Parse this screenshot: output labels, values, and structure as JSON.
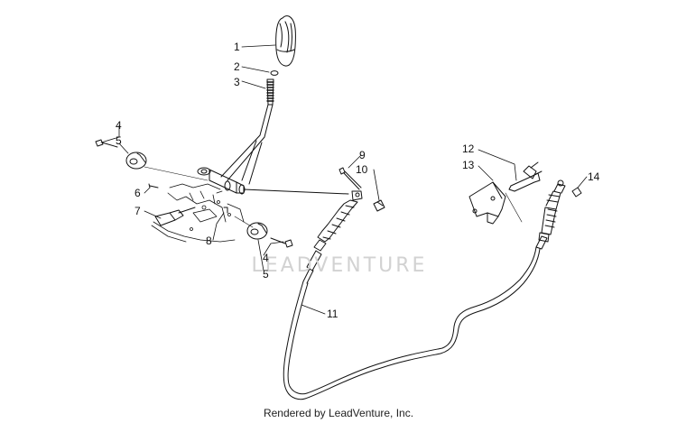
{
  "watermark": "LEADVENTURE",
  "footer": "Rendered by LeadVenture, Inc.",
  "callouts": [
    "1",
    "2",
    "3",
    "4",
    "5",
    "6",
    "7",
    "8",
    "4",
    "5",
    "9",
    "10",
    "11",
    "12",
    "13",
    "14"
  ]
}
